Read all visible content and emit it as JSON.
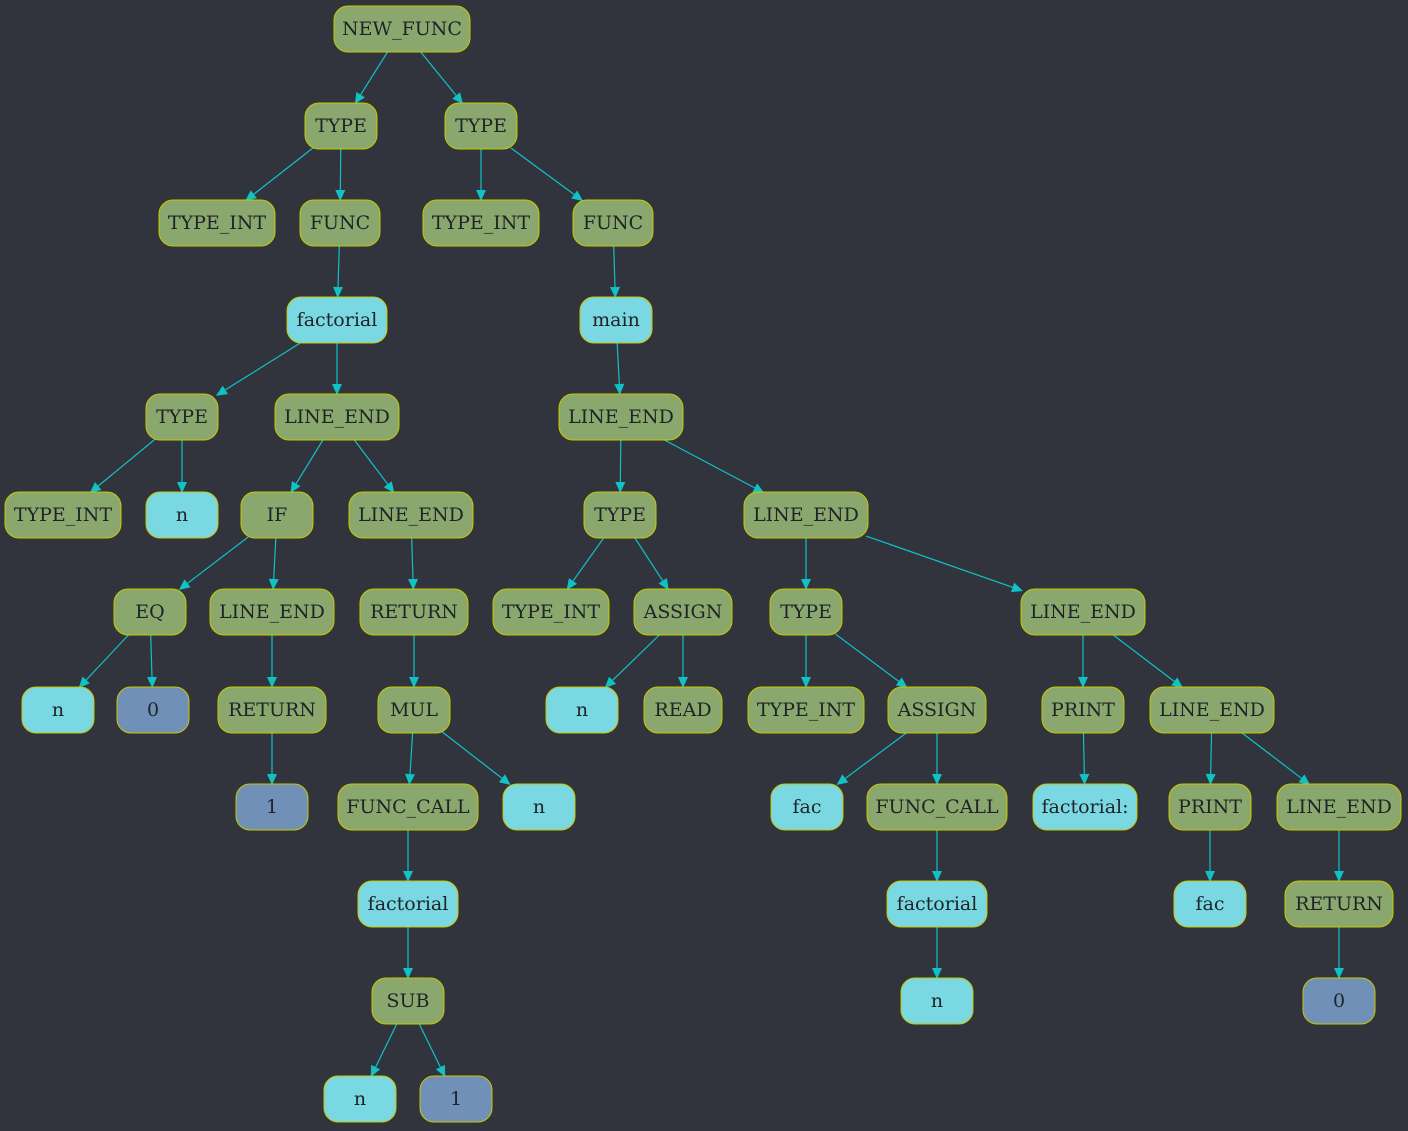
{
  "diagram": {
    "colors": {
      "background": "#31343c",
      "operator_node": "#8aa86e",
      "identifier_node": "#7ad8e2",
      "number_node": "#7090b8",
      "node_border": "#c8c800",
      "edge": "#10c2c6"
    },
    "nodes": [
      {
        "id": "n1",
        "label": "NEW_FUNC",
        "kind": "op"
      },
      {
        "id": "n2",
        "label": "TYPE",
        "kind": "op"
      },
      {
        "id": "n3",
        "label": "TYPE",
        "kind": "op"
      },
      {
        "id": "n4",
        "label": "TYPE_INT",
        "kind": "op"
      },
      {
        "id": "n5",
        "label": "FUNC",
        "kind": "op"
      },
      {
        "id": "n6",
        "label": "TYPE_INT",
        "kind": "op"
      },
      {
        "id": "n7",
        "label": "FUNC",
        "kind": "op"
      },
      {
        "id": "n8",
        "label": "factorial",
        "kind": "id"
      },
      {
        "id": "n9",
        "label": "main",
        "kind": "id"
      },
      {
        "id": "n10",
        "label": "TYPE",
        "kind": "op"
      },
      {
        "id": "n11",
        "label": "LINE_END",
        "kind": "op"
      },
      {
        "id": "n12",
        "label": "LINE_END",
        "kind": "op"
      },
      {
        "id": "n13",
        "label": "TYPE_INT",
        "kind": "op"
      },
      {
        "id": "n14",
        "label": "n",
        "kind": "id"
      },
      {
        "id": "n15",
        "label": "IF",
        "kind": "op"
      },
      {
        "id": "n16",
        "label": "LINE_END",
        "kind": "op"
      },
      {
        "id": "n17",
        "label": "TYPE",
        "kind": "op"
      },
      {
        "id": "n18",
        "label": "LINE_END",
        "kind": "op"
      },
      {
        "id": "n19",
        "label": "EQ",
        "kind": "op"
      },
      {
        "id": "n20",
        "label": "LINE_END",
        "kind": "op"
      },
      {
        "id": "n21",
        "label": "RETURN",
        "kind": "op"
      },
      {
        "id": "n22",
        "label": "TYPE_INT",
        "kind": "op"
      },
      {
        "id": "n23",
        "label": "ASSIGN",
        "kind": "op"
      },
      {
        "id": "n24",
        "label": "TYPE",
        "kind": "op"
      },
      {
        "id": "n25",
        "label": "LINE_END",
        "kind": "op"
      },
      {
        "id": "n26",
        "label": "n",
        "kind": "id"
      },
      {
        "id": "n27",
        "label": "0",
        "kind": "num"
      },
      {
        "id": "n28",
        "label": "RETURN",
        "kind": "op"
      },
      {
        "id": "n29",
        "label": "MUL",
        "kind": "op"
      },
      {
        "id": "n30",
        "label": "n",
        "kind": "id"
      },
      {
        "id": "n31",
        "label": "READ",
        "kind": "op"
      },
      {
        "id": "n32",
        "label": "TYPE_INT",
        "kind": "op"
      },
      {
        "id": "n33",
        "label": "ASSIGN",
        "kind": "op"
      },
      {
        "id": "n34",
        "label": "PRINT",
        "kind": "op"
      },
      {
        "id": "n35",
        "label": "LINE_END",
        "kind": "op"
      },
      {
        "id": "n36",
        "label": "1",
        "kind": "num"
      },
      {
        "id": "n37",
        "label": "FUNC_CALL",
        "kind": "op"
      },
      {
        "id": "n38",
        "label": "n",
        "kind": "id"
      },
      {
        "id": "n39",
        "label": "fac",
        "kind": "id"
      },
      {
        "id": "n40",
        "label": "FUNC_CALL",
        "kind": "op"
      },
      {
        "id": "n41",
        "label": "factorial:",
        "kind": "id"
      },
      {
        "id": "n42",
        "label": "PRINT",
        "kind": "op"
      },
      {
        "id": "n43",
        "label": "LINE_END",
        "kind": "op"
      },
      {
        "id": "n44",
        "label": "factorial",
        "kind": "id"
      },
      {
        "id": "n45",
        "label": "factorial",
        "kind": "id"
      },
      {
        "id": "n46",
        "label": "fac",
        "kind": "id"
      },
      {
        "id": "n47",
        "label": "RETURN",
        "kind": "op"
      },
      {
        "id": "n48",
        "label": "SUB",
        "kind": "op"
      },
      {
        "id": "n49",
        "label": "n",
        "kind": "id"
      },
      {
        "id": "n50",
        "label": "0",
        "kind": "num"
      },
      {
        "id": "n51",
        "label": "n",
        "kind": "id"
      },
      {
        "id": "n52",
        "label": "1",
        "kind": "num"
      }
    ],
    "edges": [
      [
        "n1",
        "n2"
      ],
      [
        "n1",
        "n3"
      ],
      [
        "n2",
        "n4"
      ],
      [
        "n2",
        "n5"
      ],
      [
        "n3",
        "n6"
      ],
      [
        "n3",
        "n7"
      ],
      [
        "n5",
        "n8"
      ],
      [
        "n7",
        "n9"
      ],
      [
        "n8",
        "n10"
      ],
      [
        "n8",
        "n11"
      ],
      [
        "n9",
        "n12"
      ],
      [
        "n10",
        "n13"
      ],
      [
        "n10",
        "n14"
      ],
      [
        "n11",
        "n15"
      ],
      [
        "n11",
        "n16"
      ],
      [
        "n12",
        "n17"
      ],
      [
        "n12",
        "n18"
      ],
      [
        "n15",
        "n19"
      ],
      [
        "n15",
        "n20"
      ],
      [
        "n16",
        "n21"
      ],
      [
        "n17",
        "n22"
      ],
      [
        "n17",
        "n23"
      ],
      [
        "n18",
        "n24"
      ],
      [
        "n18",
        "n25"
      ],
      [
        "n19",
        "n26"
      ],
      [
        "n19",
        "n27"
      ],
      [
        "n20",
        "n28"
      ],
      [
        "n21",
        "n29"
      ],
      [
        "n23",
        "n30"
      ],
      [
        "n23",
        "n31"
      ],
      [
        "n24",
        "n32"
      ],
      [
        "n24",
        "n33"
      ],
      [
        "n25",
        "n34"
      ],
      [
        "n25",
        "n35"
      ],
      [
        "n28",
        "n36"
      ],
      [
        "n29",
        "n37"
      ],
      [
        "n29",
        "n38"
      ],
      [
        "n33",
        "n39"
      ],
      [
        "n33",
        "n40"
      ],
      [
        "n34",
        "n41"
      ],
      [
        "n35",
        "n42"
      ],
      [
        "n35",
        "n43"
      ],
      [
        "n37",
        "n44"
      ],
      [
        "n40",
        "n45"
      ],
      [
        "n42",
        "n46"
      ],
      [
        "n43",
        "n47"
      ],
      [
        "n44",
        "n48"
      ],
      [
        "n45",
        "n49"
      ],
      [
        "n47",
        "n50"
      ],
      [
        "n48",
        "n51"
      ],
      [
        "n48",
        "n52"
      ]
    ]
  }
}
